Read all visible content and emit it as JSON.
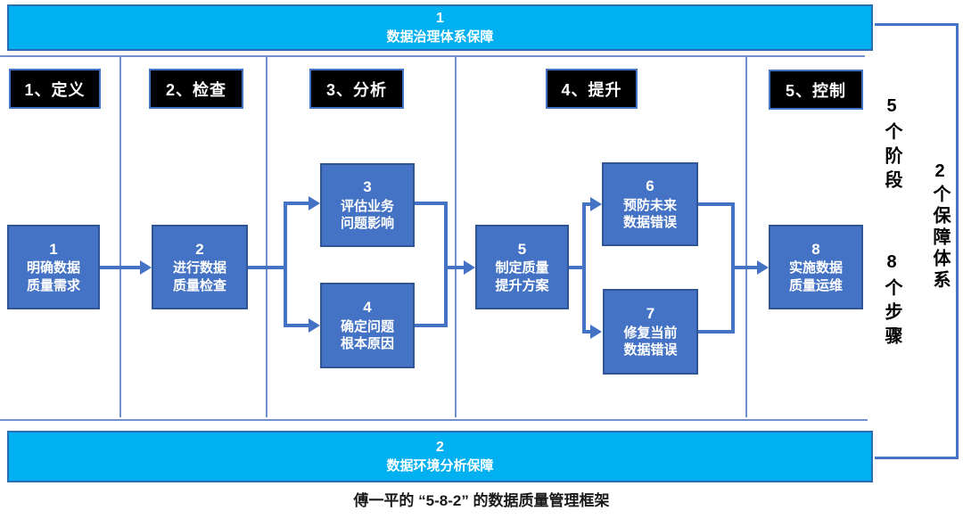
{
  "colors": {
    "cyan_bar": "#00b0f0",
    "cyan_bar_border": "#2a6db3",
    "step_box": "#4472c4",
    "step_box_border": "#2f5597",
    "connector": "#4472c4",
    "thin_line": "#7191cd",
    "stage_header_bg": "#000000",
    "text_on_blue": "#ffffff"
  },
  "top_bar": {
    "number": "1",
    "label": "数据治理体系保障"
  },
  "bottom_bar": {
    "number": "2",
    "label": "数据环境分析保障"
  },
  "stages": [
    {
      "label": "1、定义"
    },
    {
      "label": "2、检查"
    },
    {
      "label": "3、分析"
    },
    {
      "label": "4、提升"
    },
    {
      "label": "5、控制"
    }
  ],
  "steps": [
    {
      "number": "1",
      "line1": "明确数据",
      "line2": "质量需求"
    },
    {
      "number": "2",
      "line1": "进行数据",
      "line2": "质量检查"
    },
    {
      "number": "3",
      "line1": "评估业务",
      "line2": "问题影响"
    },
    {
      "number": "4",
      "line1": "确定问题",
      "line2": "根本原因"
    },
    {
      "number": "5",
      "line1": "制定质量",
      "line2": "提升方案"
    },
    {
      "number": "6",
      "line1": "预防未来",
      "line2": "数据错误"
    },
    {
      "number": "7",
      "line1": "修复当前",
      "line2": "数据错误"
    },
    {
      "number": "8",
      "line1": "实施数据",
      "line2": "质量运维"
    }
  ],
  "side_labels": {
    "phases": "5个阶段",
    "steps": "8个步骤",
    "systems": "2个保障体系"
  },
  "caption": "傅一平的 “5-8-2” 的数据质量管理框架"
}
